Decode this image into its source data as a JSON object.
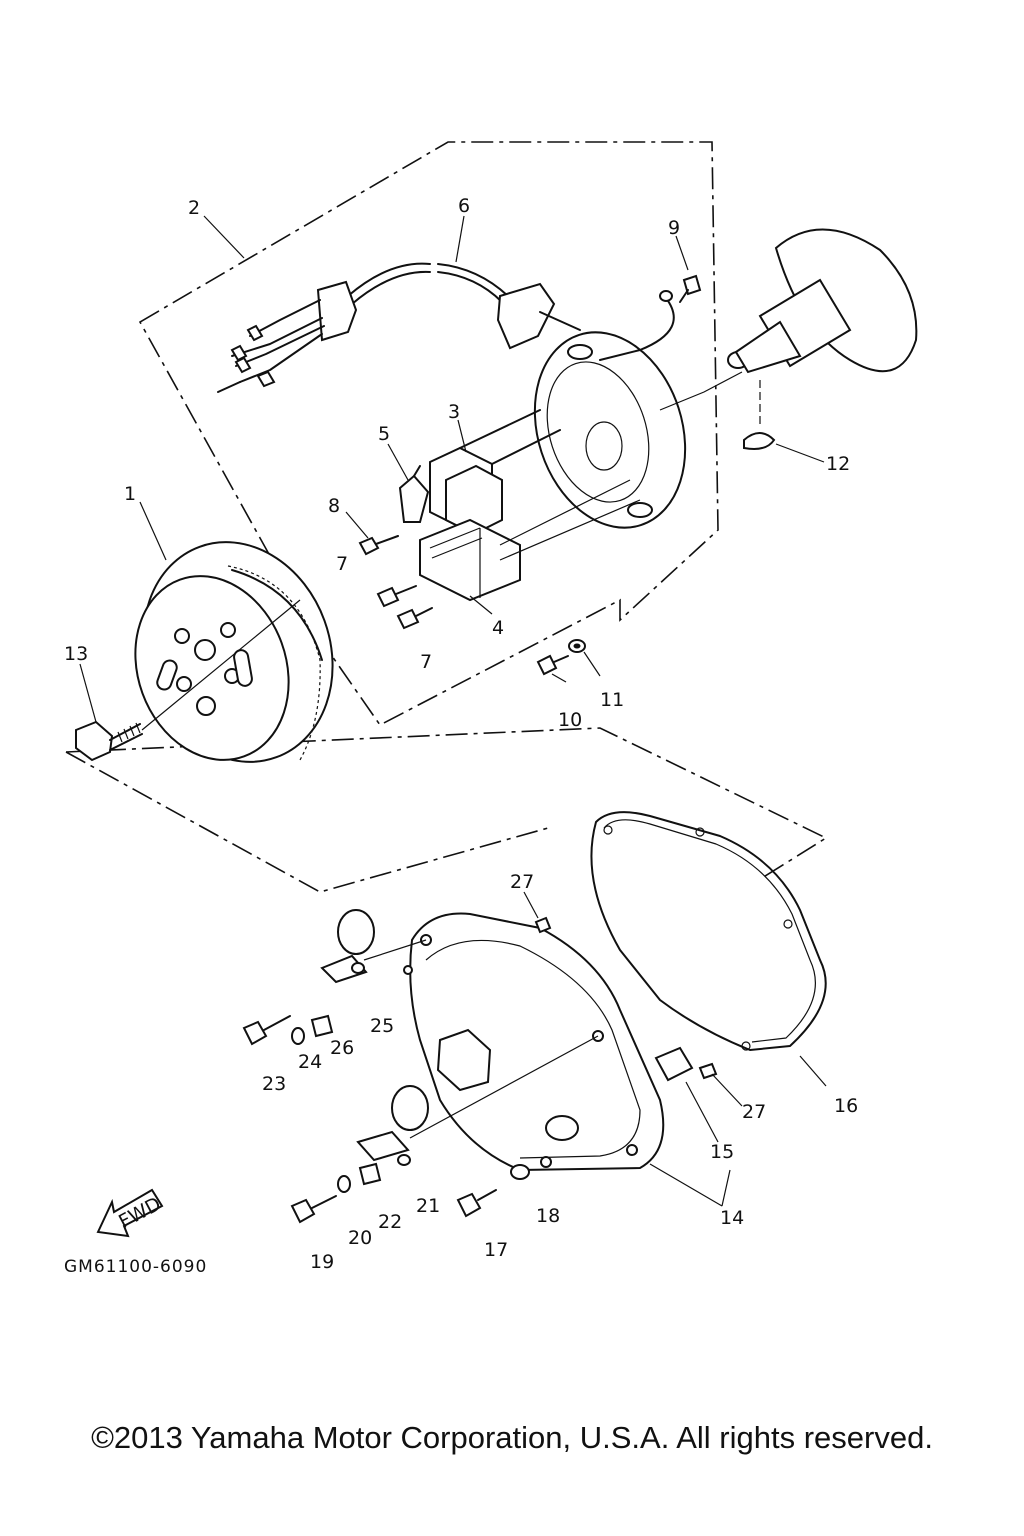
{
  "diagram": {
    "part_numbers": [
      "1",
      "2",
      "3",
      "4",
      "5",
      "6",
      "7",
      "7",
      "8",
      "9",
      "10",
      "11",
      "12",
      "13",
      "14",
      "15",
      "16",
      "17",
      "18",
      "19",
      "20",
      "21",
      "22",
      "23",
      "24",
      "25",
      "26",
      "27",
      "27"
    ],
    "fwd_label": "FWD",
    "drawing_code": "GM61100-6090"
  },
  "footer": {
    "copyright": "©2013 Yamaha Motor Corporation, U.S.A. All rights reserved."
  }
}
